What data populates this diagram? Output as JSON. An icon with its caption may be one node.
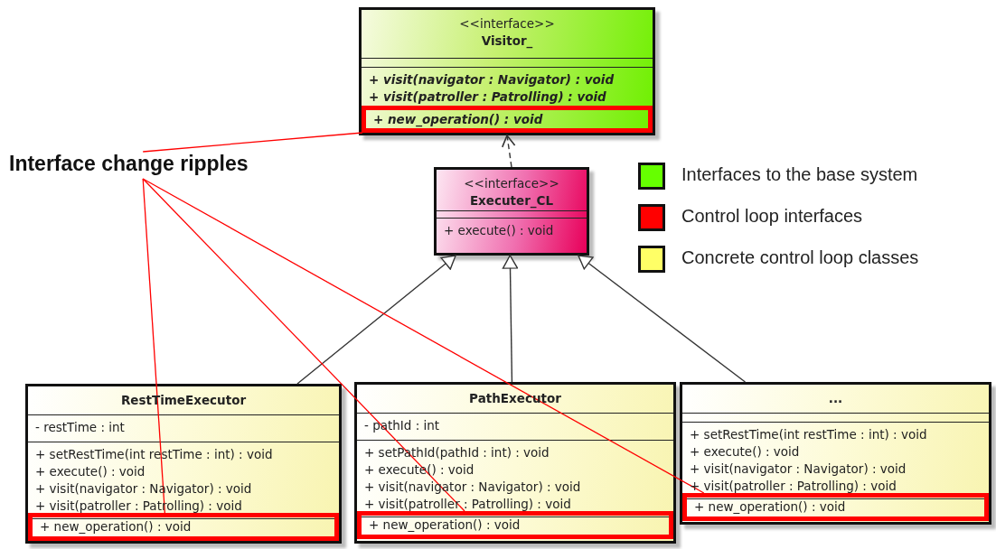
{
  "diagram": {
    "nodes": [
      {
        "text": [
          "<<interface>>",
          "Visitor_",
          "+ visit(navigator : Navigator) : void",
          "+ visit(patroller : Patrolling) : void"
        ]
      },
      {
        "text": [
          "+ new_operation() : void"
        ],
        "in": 0
      },
      {
        "text": [
          "<<interface>>",
          "Executer_CL",
          "+ execute() : void"
        ]
      },
      {
        "text": [
          "RestTimeExecutor",
          "- restTime : int",
          "+ setRestTime(int restTime : int) : void",
          "+ execute() : void",
          "+ visit(navigator : Navigator) : void",
          "+ visit(patroller : Patrolling) : void"
        ]
      },
      {
        "text": [
          "+ new_operation() : void"
        ],
        "in": 3
      },
      {
        "text": [
          "PathExecutor",
          "- pathId : int",
          "+ setPathId(pathId : int) : void",
          "+ execute() : void",
          "+ visit(navigator : Navigator) : void",
          "+ visit(patroller : Patrolling) : void"
        ]
      },
      {
        "text": [
          "+ new_operation() : void"
        ],
        "in": 5
      },
      {
        "text": [
          "...",
          "+ setRestTime(int restTime : int) : void",
          "+ execute() : void",
          "+ visit(navigator : Navigator) : void",
          "+ visit(patroller : Patrolling) : void"
        ]
      },
      {
        "text": [
          "+ new_operation() : void"
        ],
        "in": 7
      },
      {
        "text": [
          "Interface change ripples"
        ]
      }
    ],
    "edges": [
      {
        "from": 2,
        "to": 0,
        "arrow": "to",
        "style": "dashed"
      },
      {
        "from": 3,
        "to": 2,
        "arrow": "to"
      },
      {
        "from": 5,
        "to": 2,
        "arrow": "to"
      },
      {
        "from": 7,
        "to": 2,
        "arrow": "to"
      },
      {
        "from": 9,
        "to": 1,
        "arrow": "none",
        "color": "#ff0000"
      },
      {
        "from": 9,
        "to": 4,
        "arrow": "none",
        "color": "#ff0000"
      },
      {
        "from": 9,
        "to": 6,
        "arrow": "none",
        "color": "#ff0000"
      },
      {
        "from": 9,
        "to": 8,
        "arrow": "none",
        "color": "#ff0000"
      }
    ],
    "legend": [
      {
        "text": "Interfaces to the base system",
        "color": "#66ff00"
      },
      {
        "text": "Control loop interfaces",
        "color": "#ff0000"
      },
      {
        "text": "Concrete control loop classes",
        "color": "#ffff66"
      }
    ]
  }
}
